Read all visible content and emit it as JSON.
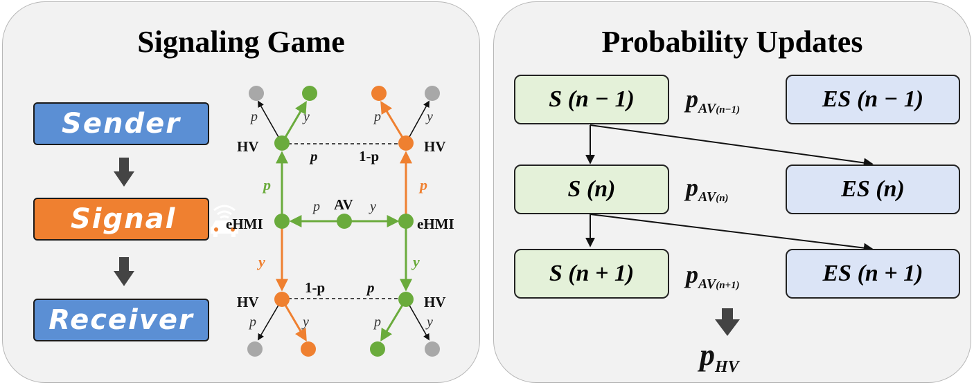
{
  "left_panel": {
    "title": "Signaling Game",
    "roles": {
      "sender": "Sender",
      "signal": "Signal",
      "receiver": "Receiver"
    },
    "icons": {
      "arrow": "down-arrow-icon",
      "car": "car-wifi-icon"
    },
    "graph": {
      "nodes": {
        "av": "AV",
        "ehmi": "eHMI",
        "hv": "HV"
      },
      "edge_labels": {
        "p": "p",
        "y": "y",
        "p_bold": "p",
        "one_minus_p": "1-p"
      }
    }
  },
  "right_panel": {
    "title": "Probability Updates",
    "states": [
      {
        "s": "S (n − 1)",
        "es": "ES (n − 1)",
        "pav_sub": "(n−1)"
      },
      {
        "s": "S (n)",
        "es": "ES (n)",
        "pav_sub": "(n)"
      },
      {
        "s": "S (n + 1)",
        "es": "ES (n + 1)",
        "pav_sub": "(n+1)"
      }
    ],
    "pav_base": "p",
    "pav_av": "AV",
    "phv_base": "p",
    "phv_sub": "HV"
  },
  "colors": {
    "green": "#6aab3c",
    "orange": "#ef8030",
    "gray": "#a8a8a8",
    "blue": "#5b8fd4",
    "green_box": "#e4f1d9",
    "blue_box": "#dbe4f6"
  }
}
